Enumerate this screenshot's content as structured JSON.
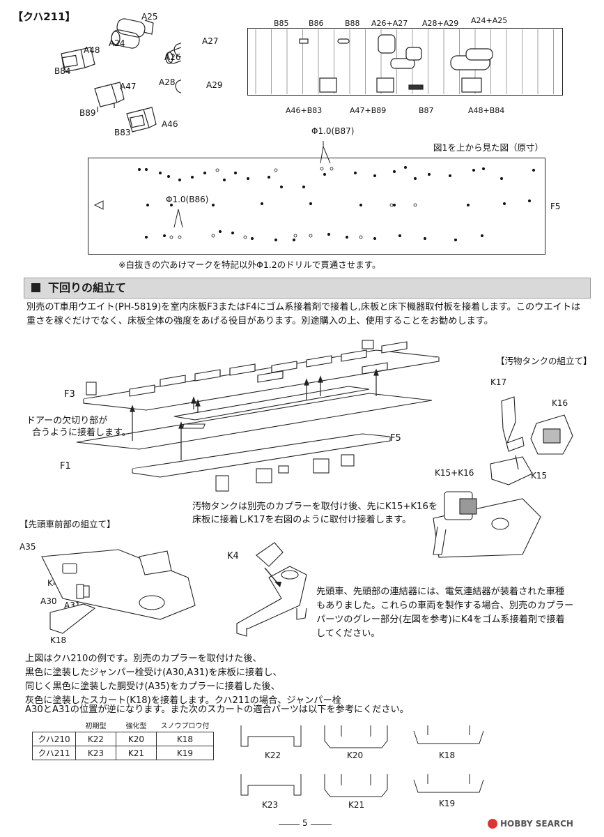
{
  "header": {
    "car_label": "【クハ211】"
  },
  "parts_top": {
    "labels": [
      "A25",
      "A48",
      "A24",
      "B84",
      "A27",
      "A26",
      "A47",
      "A28",
      "A29",
      "B89",
      "B83",
      "A46"
    ]
  },
  "top_diagram": {
    "labels": [
      "B85",
      "B86",
      "B88",
      "A26+A27",
      "A28+A29",
      "A24+A25",
      "A46+B83",
      "A47+B89",
      "B87",
      "A48+B84"
    ]
  },
  "drill_diagram": {
    "label_b87": "Φ1.0(B87)",
    "label_b86": "Φ1.0(B86)",
    "caption": "図1を上から見た図（原寸）",
    "plate": "F5",
    "note": "※白抜きの穴あけマークを特記以外Φ1.2のドリルで貫通させます。"
  },
  "section": {
    "title": "下回りの組立て"
  },
  "intro": {
    "line1": "別売のT車用ウエイト(PH-5819)を室内床板F3またはF4にゴム系接着剤で接着し,床板と床下機器取付板を接着します。このウエイトは",
    "line2": "重さを稼ぐだけでなく、床板全体の強度をあげる役目があります。別途購入の上、使用することをお勧めします。"
  },
  "assembly": {
    "f3": "F3",
    "f1": "F1",
    "f5": "F5",
    "door_note_1": "ドアーの欠切り部が",
    "door_note_2": "合うように接着します。"
  },
  "tank": {
    "title": "【汚物タンクの組立て】",
    "k17": "K17",
    "k16": "K16",
    "k15": "K15",
    "k15k16": "K15+K16",
    "note_1": "汚物タンクは別売のカプラーを取付け後、先にK15+K16を",
    "note_2": "床板に接着しK17を右図のように取付け接着します。"
  },
  "front": {
    "title": "【先頭車前部の組立て】",
    "a35": "A35",
    "k4": "K4",
    "a30": "A30",
    "a31": "A31",
    "k18": "K18",
    "k4_big": "K4"
  },
  "coupler_note": {
    "line1": "先頭車、先頭部の連結器には、電気連結器が装着された車種",
    "line2": "もありました。これらの車両を製作する場合、別売のカプラー",
    "line3": "パーツのグレー部分(左図を参考)にK4をゴム系接着剤で接着",
    "line4": "してください。"
  },
  "front_desc": {
    "line1": "上図はクハ210の例です。別売のカプラーを取付けた後、",
    "line2": "黒色に塗装したジャンパー栓受け(A30,A31)を床板に接着し、",
    "line3": "同じく黒色に塗装した胴受け(A35)をカプラーに接着した後、",
    "line4": "灰色に塗装したスカート(K18)を接着します。クハ211の場合、ジャンパー栓",
    "line5": "A30とA31の位置が逆になります。また次のスカートの適合パーツは以下を参考にください。"
  },
  "table": {
    "headers": [
      "初期型",
      "強化型",
      "スノウプロウ付"
    ],
    "rows": [
      {
        "car": "クハ210",
        "cells": [
          "K22",
          "K20",
          "K18"
        ]
      },
      {
        "car": "クハ211",
        "cells": [
          "K23",
          "K21",
          "K19"
        ]
      }
    ]
  },
  "skirts": {
    "labels": [
      "K22",
      "K20",
      "K18",
      "K23",
      "K21",
      "K19"
    ]
  },
  "footer": {
    "page": "5",
    "watermark": "HOBBY SEARCH"
  }
}
